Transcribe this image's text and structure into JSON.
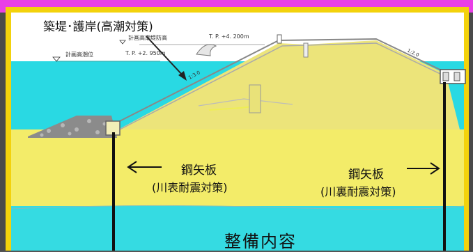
{
  "labels": {
    "embankment": "築堤･護岸(高潮対策)",
    "design_tide_height": "計画高潮堤防高",
    "design_tide_height_value": "T. P. +4. 200m",
    "design_tide_level": "計画高潮位",
    "design_tide_level_value": "T. P. +2. 950m",
    "slope_left": "1:3.0",
    "slope_right": "1:2.0",
    "sheet_pile_left": "鋼矢板",
    "sheet_pile_left_note": "(川表耐震対策)",
    "sheet_pile_right": "鋼矢板",
    "sheet_pile_right_note": "(川裏耐震対策)",
    "footer_title": "整備内容"
  },
  "colors": {
    "water": "#29d9e3",
    "soil": "#f3ec69",
    "embankment": "#ece47a",
    "frame": "#f3d20c",
    "pink_bar": "#e93fe6",
    "rocks": "#8b8b8b"
  }
}
